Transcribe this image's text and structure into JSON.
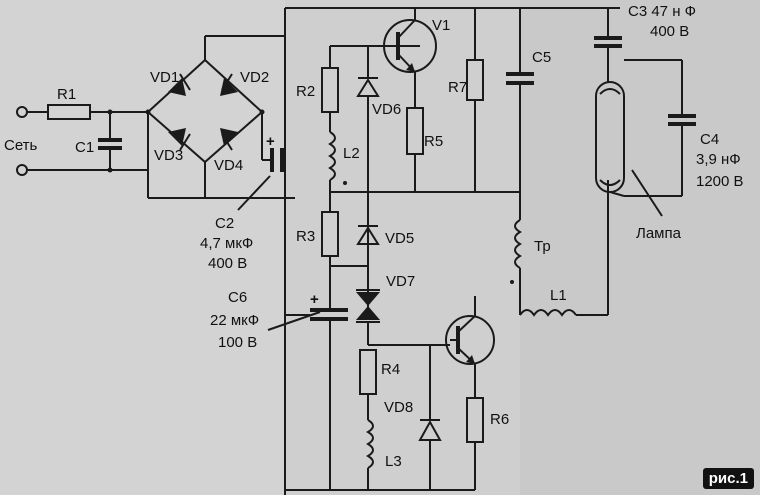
{
  "labels": {
    "R1": "R1",
    "R2": "R2",
    "R3": "R3",
    "R4": "R4",
    "R5": "R5",
    "R6": "R6",
    "R7": "R7",
    "C1": "C1",
    "C5": "C5",
    "C2": "C2",
    "C6": "C6",
    "VD1": "VD1",
    "VD2": "VD2",
    "VD3": "VD3",
    "VD4": "VD4",
    "VD5": "VD5",
    "VD6": "VD6",
    "VD7": "VD7",
    "VD8": "VD8",
    "V1": "V1",
    "L1": "L1",
    "L2": "L2",
    "L3": "L3",
    "Tp": "Тр",
    "mains": "Сеть",
    "C2_value": "4,7 мкФ",
    "C2_voltage": "400 В",
    "C6_value": "22 мкФ",
    "C6_voltage": "100 В",
    "C3_label": "С3 47   н Ф",
    "C3_voltage": "400 В",
    "C4": "С4",
    "C4_value": "3,9 нФ",
    "C4_voltage": "1200 В",
    "lamp": "Лампа",
    "plus": "+"
  },
  "figure_badge": "рис.1",
  "colors": {
    "paper": "#cfcfcf",
    "ink": "#1a1a1a",
    "badge": "#111111"
  }
}
